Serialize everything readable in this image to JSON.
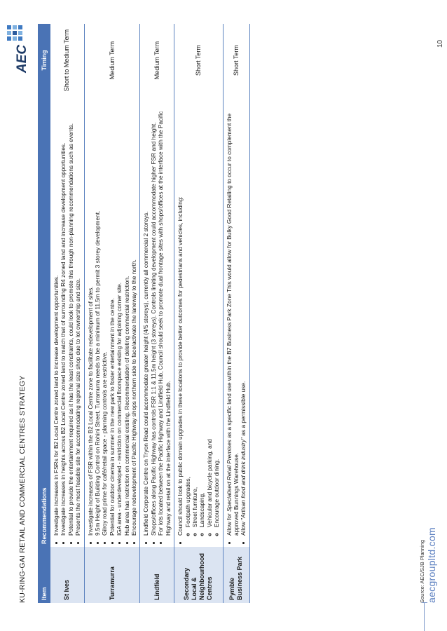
{
  "header": {
    "title": "KU-RING-GAI RETAIL AND COMMERCIAL CENTRES STRATEGY",
    "logo_text": "AEC"
  },
  "table": {
    "columns": [
      "Item",
      "Recommendations",
      "Timing"
    ],
    "rows": [
      {
        "item": "St Ives",
        "timing": "Short to Medium Term",
        "recs": [
          "Investigate increases in FSRs for B2 Local Centre zoned land to increase development opportunities.",
          "Investigate increases in heights across B2 Local Centre zoned land to match that of surrounding R4 zoned land and increase development opportunities.",
          "Potential to provide the entertainment required as it has the least constraints, could look to promote this through non-planning recommendations such as events.",
          "Presents the most feasible site for accommodating regional size shop due to lot ownership and size."
        ]
      },
      {
        "item": "Turramurra",
        "timing": "Medium Term",
        "recs": [
          "Investigate increases of FSR within the B2 Local Centre zone to facilitate redevelopment of sites.",
          "9.5m Height of Building Control on Rohini Street, Turramurra needs to be a minimum of 11.5m to permit 3 storey development.",
          "Gilroy road prime for café/retail space - planning controls are restrictive.",
          "Potential for outdoor cinema in summer in the new park to foster entertainment in the centre.",
          "IGA area - underdeveloped - restriction on commercial floorspace existing for adjoining corner site.",
          "Hub area has restriction on commercial existing. Recommendation of deleting commercial restriction.",
          "Encourage redevelopment of Pacific Highway shops northern side  to face/activate the laneway to the north."
        ]
      },
      {
        "item": "Lindfield",
        "timing": "Medium Term",
        "recs": [
          "Lindfield Corporate Centre on Tryon Road could accommodate greater height (4/5 storeys), currently all commercial 2 storeys.",
          "Shops/offices along Pacific Highway has controls FSR 1:1 & 11.5m height  (3 storeys). Controls limiting development could accommodate higher FSR and height.",
          "For lots located between the Pacific Highway and Lindfield Hub, Council should seek to promote dual frontage sites with shops/offices at the interface with the Pacific Highway and retail on at the interface with the Lindfield Hub."
        ]
      },
      {
        "item": "Secondary Local & Neighbourhood Centres",
        "timing": "Short Term",
        "recs": [
          "Council should look to public domain upgrades in these locations to provide better outcomes for pedestrians and vehicles, including:"
        ],
        "subs": [
          "Footpath upgrades,",
          "Street furniture,",
          "Landscaping,",
          "Vehicular and bicycle parking, and",
          "Encourage outdoor dining."
        ]
      },
      {
        "item": "Pymble Business Park",
        "timing": "Short Term",
        "recs_pymble": {
          "a_pre": "Allow for ",
          "a_em": "Specialised Retail Premises",
          "a_post": " as a specific land use within the B7 Business Park Zone  This would allow for Bulky Good Retailing to occur to complement  the approved Bunnings Warehouse.",
          "b_pre": "Allow \"",
          "b_em": "Artisan food and drink industry",
          "b_post": "\" as a permissible use."
        }
      }
    ]
  },
  "source": "Source: AEC/SJB Planning",
  "footer": {
    "url": "aecgroupltd.com",
    "page": "10"
  },
  "colors": {
    "header_blue": "#4a73b5",
    "item_cell": "#dbe4f2",
    "logo_navy": "#1d3a66",
    "footer_url": "#5b7fc0"
  }
}
